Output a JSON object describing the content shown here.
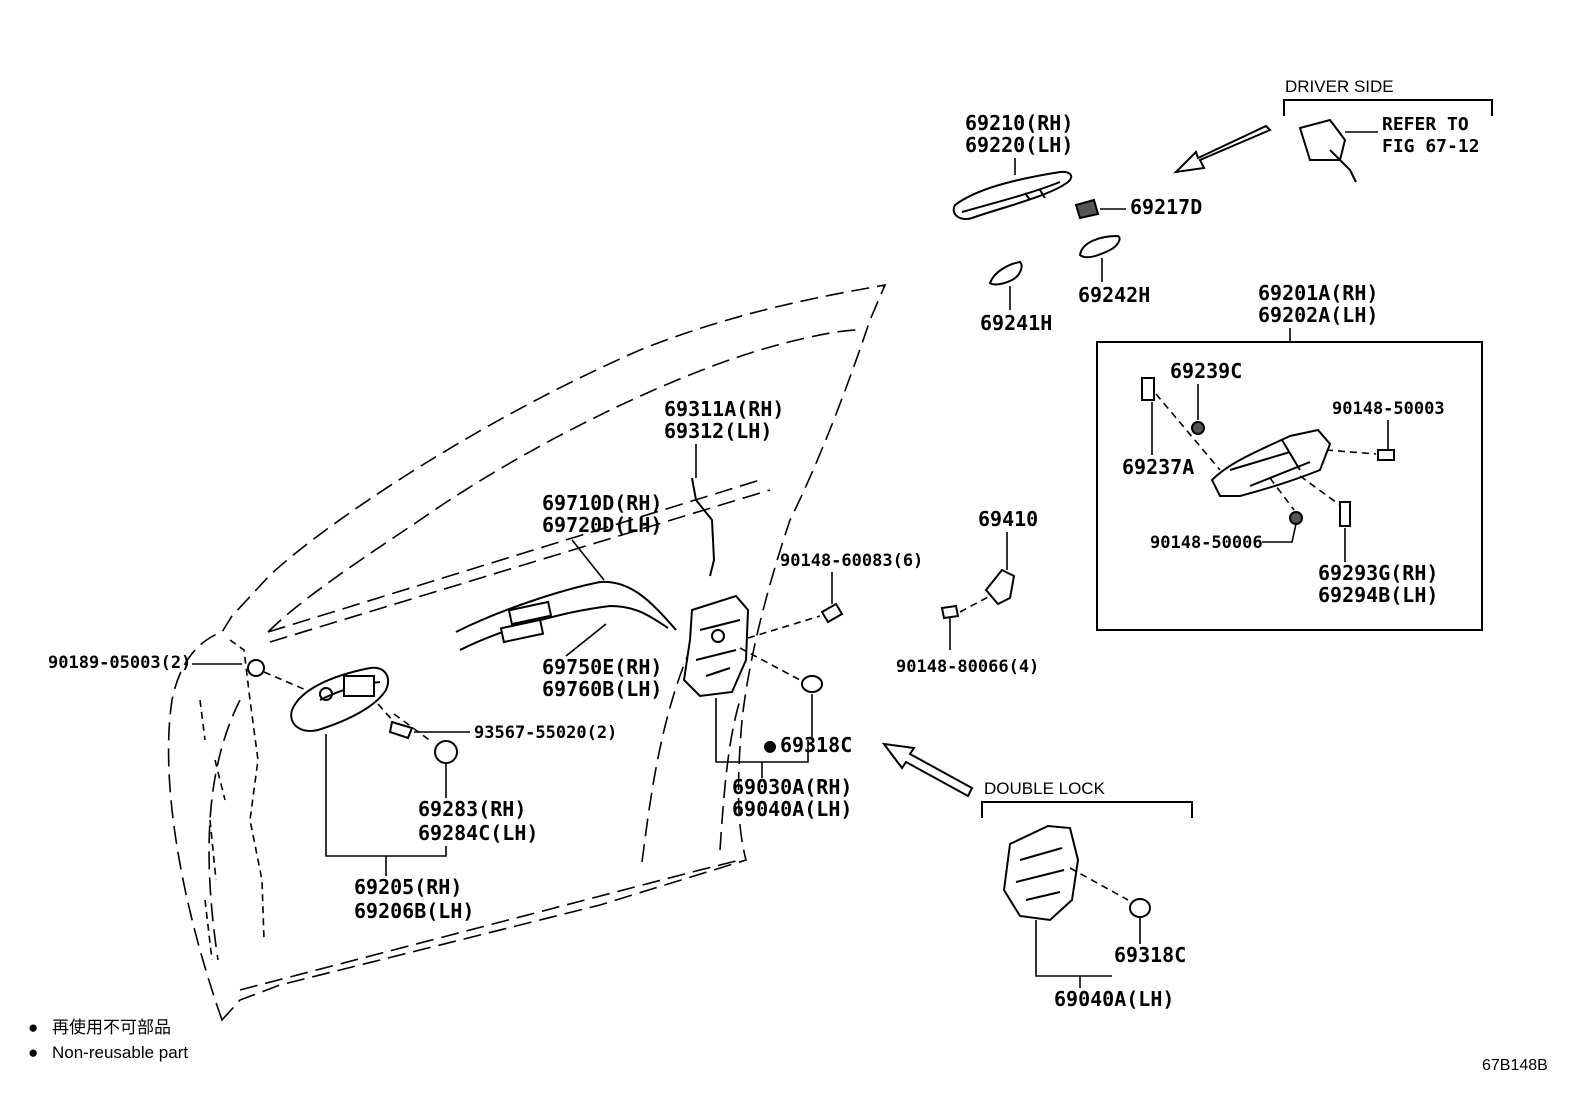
{
  "labels": {
    "handle_rh": "69210(RH)",
    "handle_lh": "69220(LH)",
    "pad_69217d": "69217D",
    "pad_69241h": "69241H",
    "pad_69242h": "69242H",
    "driver_side": "DRIVER SIDE",
    "refer_to": "REFER TO",
    "refer_fig": "FIG 67-12",
    "frame_rh": "69201A(RH)",
    "frame_lh": "69202A(LH)",
    "p69239c": "69239C",
    "p90148_50003": "90148-50003",
    "p69237a": "69237A",
    "p90148_50006": "90148-50006",
    "p69293g": "69293G(RH)",
    "p69294b": "69294B(LH)",
    "p69410": "69410",
    "p90148_80066": "90148-80066(4)",
    "rod_rh": "69311A(RH)",
    "rod_lh": "69312(LH)",
    "cable_rh": "69710D(RH)",
    "cable_lh": "69720D(LH)",
    "screw_60083": "90148-60083(6)",
    "cable2_rh": "69750E(RH)",
    "cable2_lh": "69760B(LH)",
    "clip_05003": "90189-05003(2)",
    "screw_55020": "93567-55020(2)",
    "cover_rh": "69283(RH)",
    "cover_lh": "69284C(LH)",
    "inner_rh": "69205(RH)",
    "inner_lh": "69206B(LH)",
    "seal_69318c": "69318C",
    "lock_rh": "69030A(RH)",
    "lock_lh": "69040A(LH)",
    "double_lock": "DOUBLE LOCK",
    "dl_69318c": "69318C",
    "dl_69040a": "69040A(LH)",
    "legend_jp": "再使用不可部品",
    "legend_en": "Non-reusable part",
    "fig_code": "67B148B"
  },
  "legend_marker": "●"
}
